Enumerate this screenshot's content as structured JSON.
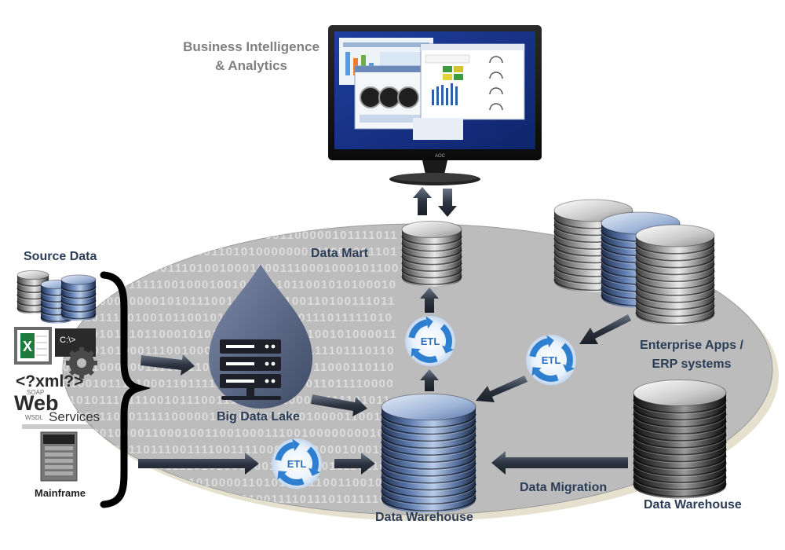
{
  "labels": {
    "bi_line1": "Business Intelligence",
    "bi_line2": "& Analytics",
    "source_data": "Source Data",
    "mainframe": "Mainframe",
    "big_data_lake": "Big Data Lake",
    "data_mart": "Data Mart",
    "enterprise_line1": "Enterprise Apps /",
    "enterprise_line2": "ERP systems",
    "data_warehouse_center": "Data Warehouse",
    "data_warehouse_right": "Data Warehouse",
    "data_migration": "Data Migration"
  },
  "etl": {
    "top": "ETL",
    "right": "ETL",
    "bottom": "ETL"
  },
  "source_icons": {
    "xml": "<?xml?>",
    "web": "Web",
    "services": "Services",
    "soap": "SOAP",
    "wsdl": "WSDL",
    "cmd": "C:\\>"
  },
  "monitor": {
    "brand": "AOC"
  },
  "binary_rows": [
    "1001000011010001001000001110001100000101111011",
    "0110001000001111001001101010000000111001001101",
    "0100000010011001110100100010001110001000101100",
    "1101100110111110010001001011011011001010100010",
    "0001110001000010101110010001111100110100111011",
    "1110101111010010110010100011110110111011111010",
    "0011101010101100010101111001001011100101000011",
    "1101001010001110010000111101101000111101110110",
    "1000110000001111011101101110100110011000110110",
    "0010010111110001101111100100101011011011110000",
    "1110101110111001011100111100011100011111101011",
    "1100011101011111000001011001011000100001100101",
    "1011000100001100010011001000111001000000001001",
    "1110001100110111001111001111000100100001000101",
    "0011010011111001111010100000011000100111101100",
    "0110111001000110001010000110101001110011001011",
    "1001011101101000011101010010011110111010111101"
  ],
  "colors": {
    "ellipse_fill": "#bcbcbc",
    "binary_text": "#dcdcdc",
    "label_dark": "#2b3d57",
    "label_grey": "#7f7f7f",
    "etl_blue": "#2f7fd0",
    "arrow_dark": "#2c3440"
  }
}
